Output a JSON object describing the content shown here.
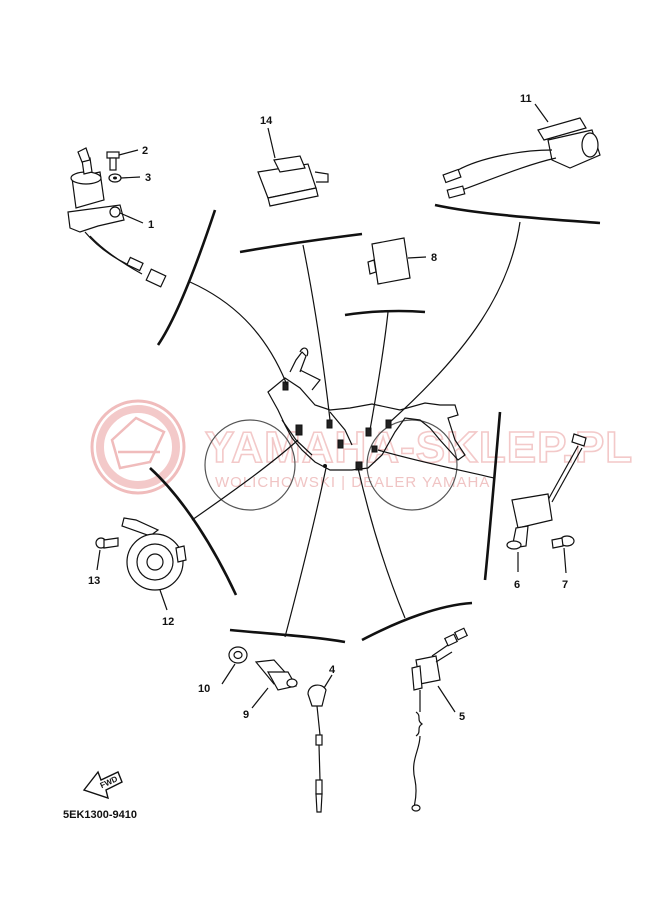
{
  "watermark": {
    "main_text": "YAMAHA-SKLEP.PL",
    "sub_text": "WOLICHOWSKI | DEALER YAMAHA",
    "color": "#e8a0a0"
  },
  "ref_code": "5EK1300-9410",
  "fwd_label": "FWD",
  "parts": [
    {
      "num": "1"
    },
    {
      "num": "2"
    },
    {
      "num": "3"
    },
    {
      "num": "4"
    },
    {
      "num": "5"
    },
    {
      "num": "6"
    },
    {
      "num": "7"
    },
    {
      "num": "8"
    },
    {
      "num": "9"
    },
    {
      "num": "10"
    },
    {
      "num": "11"
    },
    {
      "num": "12"
    },
    {
      "num": "13"
    },
    {
      "num": "14"
    }
  ]
}
